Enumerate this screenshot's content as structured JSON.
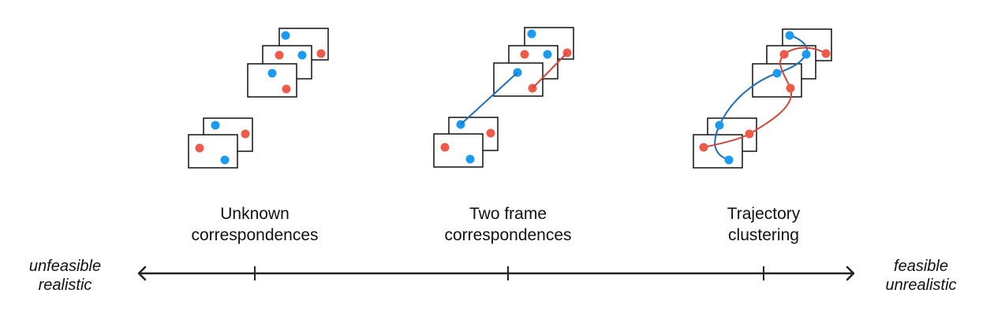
{
  "stages": [
    {
      "line1": "Unknown",
      "line2": "correspondences"
    },
    {
      "line1": "Two frame",
      "line2": "correspondences"
    },
    {
      "line1": "Trajectory",
      "line2": "clustering"
    }
  ],
  "axis": {
    "left_line1": "unfeasible",
    "left_line2": "realistic",
    "right_line1": "feasible",
    "right_line2": "unrealistic"
  },
  "colors": {
    "blue_point": "#1a9bf0",
    "red_point": "#ef5b4a",
    "blue_track": "#1f6fb8",
    "red_track": "#d0463a",
    "frame_border": "#111111",
    "axis": "#222222"
  }
}
